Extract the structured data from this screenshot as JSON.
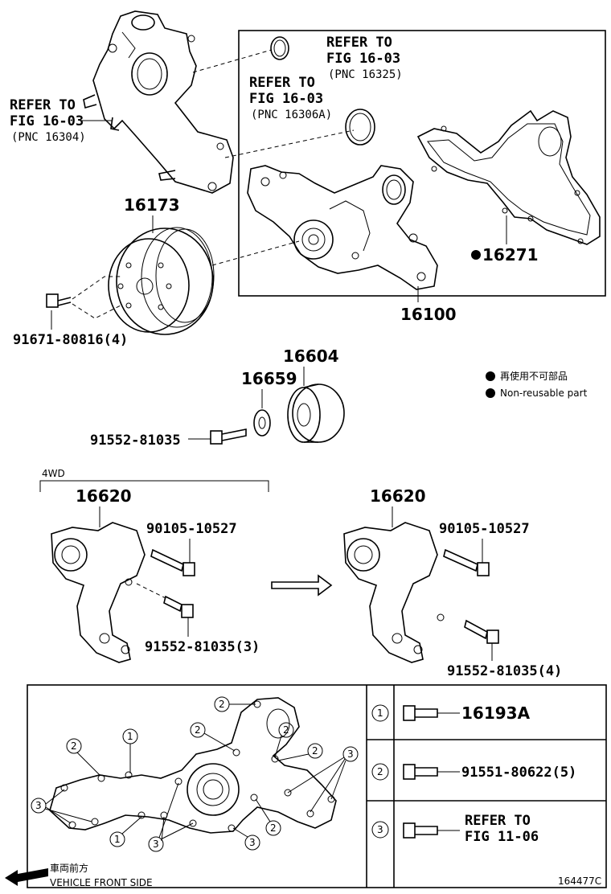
{
  "diagram_id": "164477C",
  "refs": {
    "refer_left": [
      "REFER TO",
      "FIG 16-03",
      "(PNC 16304)"
    ],
    "refer_mid": [
      "REFER TO",
      "FIG 16-03",
      "(PNC 16306A)"
    ],
    "refer_top": [
      "REFER TO",
      "FIG 16-03",
      "(PNC 16325)"
    ]
  },
  "parts": {
    "p16173": "16173",
    "p16100": "16100",
    "p16271": "16271",
    "p91671": "91671-80816(4)",
    "p16604": "16604",
    "p16659": "16659",
    "p91552a": "91552-81035",
    "p16620a": "16620",
    "p16620b": "16620",
    "p90105a": "90105-10527",
    "p90105b": "90105-10527",
    "p91552b": "91552-81035(3)",
    "p91552c": "91552-81035(4)",
    "qualifier_4wd": "4WD"
  },
  "legend": {
    "jp": "再使用不可部品",
    "en": "Non-reusable part"
  },
  "table": {
    "rows": [
      {
        "num": "1",
        "part": "16193A"
      },
      {
        "num": "2",
        "part": "91551-80622(5)"
      },
      {
        "num": "3",
        "part": [
          "REFER TO",
          "FIG 11-06"
        ]
      }
    ]
  },
  "callouts": [
    "1",
    "2",
    "3"
  ],
  "direction": {
    "jp": "車両前方",
    "en": "VEHICLE FRONT SIDE"
  }
}
